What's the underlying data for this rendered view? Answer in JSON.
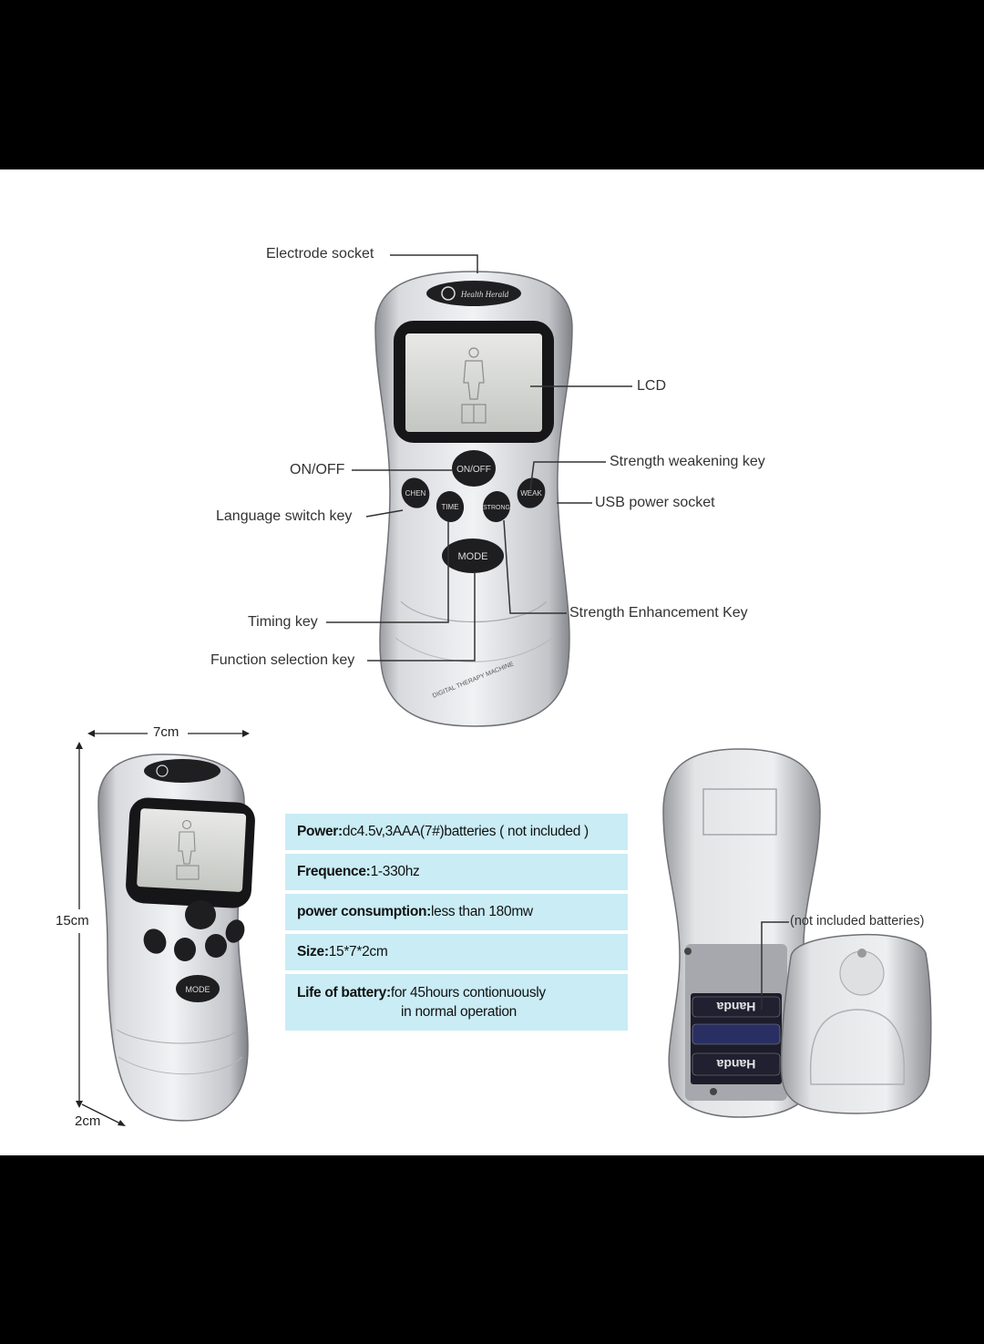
{
  "callouts": {
    "electrode_socket": "Electrode socket",
    "lcd": "LCD",
    "on_off": "ON/OFF",
    "strength_weakening_key": "Strength weakening key",
    "language_switch_key": "Language switch key",
    "usb_power_socket": "USB power socket",
    "timing_key": "Timing key",
    "strength_enhancement_key": "Strength Enhancement Key",
    "function_selection_key": "Function selection key",
    "not_included_batteries": "(not included batteries)"
  },
  "device": {
    "brand": "Health Herald",
    "on_off_button": "ON/OFF",
    "chen_button": "CHEN",
    "time_button": "TIME",
    "strong_button": "STRONG",
    "weak_button": "WEAK",
    "mode_button": "MODE",
    "body_text": "DIGITAL THERAPY MACHINE",
    "battery_brand": "Handa"
  },
  "dimensions": {
    "width": "7cm",
    "height": "15cm",
    "depth": "2cm"
  },
  "specs": [
    {
      "label": "Power:",
      "value": "dc4.5v,3AAA(7#)batteries ( not included )"
    },
    {
      "label": "Frequence:",
      "value": "1-330hz"
    },
    {
      "label": "power consumption:",
      "value": "less than 180mw"
    },
    {
      "label": "Size:",
      "value": "15*7*2cm"
    },
    {
      "label": "Life of battery:",
      "value": "for 45hours contionuously",
      "value_line2": "in normal operation"
    }
  ],
  "colors": {
    "background": "#000000",
    "panel": "#ffffff",
    "spec_row": "#c9ecf5",
    "device_silver": "#c8c8cc",
    "button_dark": "#1e1e1e"
  }
}
